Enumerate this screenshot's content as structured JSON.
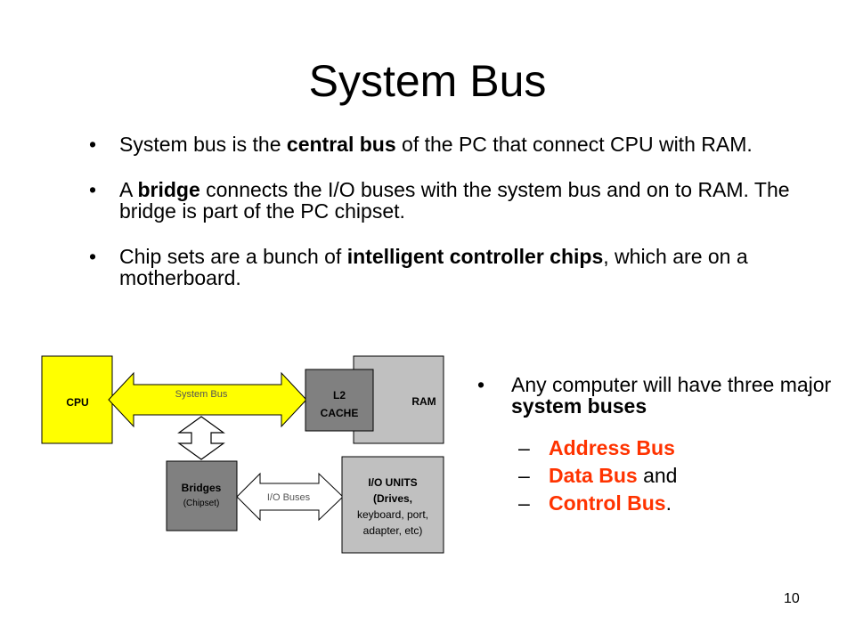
{
  "slide": {
    "title": "System Bus",
    "bullets": [
      {
        "pre": "System bus is the ",
        "bold": "central bus",
        "post": " of the PC that connect CPU with RAM."
      },
      {
        "pre": "A ",
        "bold": "bridge",
        "post": " connects the I/O buses with the system bus and on to RAM. The bridge is part of the PC chipset."
      },
      {
        "pre": "Chip sets are a bunch of ",
        "bold": "intelligent controller chips",
        "post": ", which are on a motherboard."
      }
    ],
    "side": {
      "pre": "Any computer will have three major ",
      "bold": "system buses",
      "items": [
        {
          "dash": "–",
          "bold": "Address Bus",
          "post": ""
        },
        {
          "dash": "–",
          "bold": "Data Bus",
          "post": " and"
        },
        {
          "dash": "–",
          "bold": "Control Bus",
          "post": "."
        }
      ]
    },
    "page_number": "10"
  },
  "diagram": {
    "cpu_label": "CPU",
    "system_bus_label": "System Bus",
    "ram_label": "RAM",
    "l2_line1": "L2",
    "l2_line2": "CACHE",
    "bridges_label": "Bridges",
    "chipset_label": "(Chipset)",
    "io_buses_label": "I/O Buses",
    "io_units_line1": "I/O UNITS",
    "io_units_line2": "(Drives,",
    "io_units_line3": "keyboard, port,",
    "io_units_line4": "adapter, etc)",
    "colors": {
      "cpu": "#ffff00",
      "ram": "#c0c0c0",
      "l2": "#808080",
      "bridges": "#808080",
      "io": "#c0c0c0",
      "accent": "#ff3300"
    }
  }
}
